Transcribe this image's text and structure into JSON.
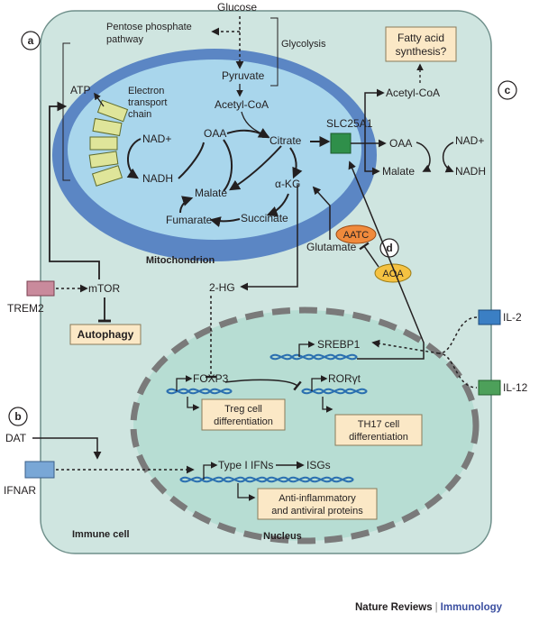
{
  "panels": {
    "a": "a",
    "b": "b",
    "c": "c",
    "d": "d"
  },
  "cell": {
    "label": "Immune cell"
  },
  "mitochondrion": {
    "label": "Mitochondrion"
  },
  "nucleus": {
    "label": "Nucleus"
  },
  "metabolites": {
    "glucose": "Glucose",
    "pentose_line1": "Pentose phosphate",
    "pentose_line2": "pathway",
    "glycolysis": "Glycolysis",
    "pyruvate": "Pyruvate",
    "acetyl_coa_mito": "Acetyl-CoA",
    "atp": "ATP",
    "etc_line1": "Electron",
    "etc_line2": "transport",
    "etc_line3": "chain",
    "nad_mito": "NAD+",
    "nadh_mito": "NADH",
    "oaa_mito": "OAA",
    "citrate": "Citrate",
    "malate_mito": "Malate",
    "akg": "α-KG",
    "fumarate": "Fumarate",
    "succinate": "Succinate",
    "slc25a1": "SLC25A1",
    "acetyl_coa_cyto": "Acetyl-CoA",
    "oaa_cyto": "OAA",
    "nad_cyto": "NAD+",
    "malate_cyto": "Malate",
    "nadh_cyto": "NADH",
    "glutamate": "Glutamate",
    "two_hg": "2-HG",
    "mtor": "mTOR"
  },
  "boxes": {
    "fatty_acid_line1": "Fatty acid",
    "fatty_acid_line2": "synthesis?",
    "autophagy": "Autophagy",
    "treg_line1": "Treg cell",
    "treg_line2": "differentiation",
    "th17_line1": "TH17 cell",
    "th17_line2": "differentiation",
    "antiinflam_line1": "Anti-inflammatory",
    "antiinflam_line2": "and antiviral proteins"
  },
  "enzymes": {
    "aatc": "AATC",
    "aoa": "AOA"
  },
  "receptors": {
    "trem2": "TREM2",
    "il2": "IL-2",
    "il12": "IL-12",
    "ifnar": "IFNAR",
    "dat": "DAT"
  },
  "genes": {
    "foxp3": "FOXP3",
    "rorgt": "RORγt",
    "srebp1": "SREBP1",
    "type1_ifns": "Type I IFNs",
    "isgs": "ISGs"
  },
  "colors": {
    "cell_fill": "#cfe5e0",
    "mito_outer": "#5b86c4",
    "mito_inner": "#a9d6ec",
    "nucleus_fill": "#b7ddd3",
    "box_fill": "#fbe8c6",
    "enzyme_orange": "#f08a3c",
    "aoa_yellow": "#f5c242",
    "slc_green": "#2f8f4a",
    "trem2_pink": "#c98a9c",
    "il2_blue": "#3b7fc4",
    "il12_green": "#4da05a",
    "ifnar_blue": "#79a7d6",
    "etc_yellow": "#dfe59a",
    "dna_blue": "#2a6fb0"
  },
  "credit": {
    "journal": "Nature Reviews",
    "section": "Immunology"
  }
}
